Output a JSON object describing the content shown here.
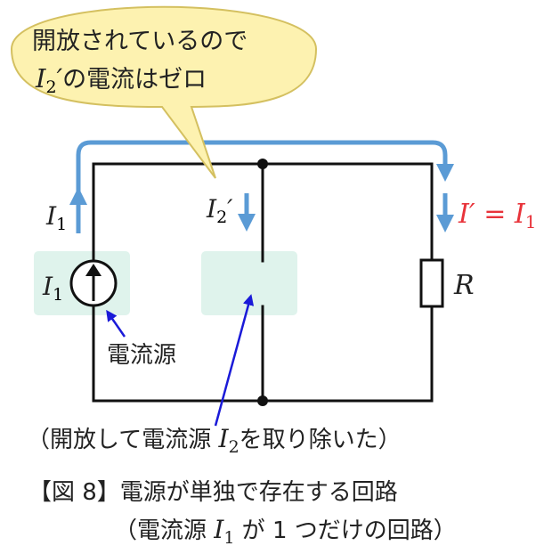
{
  "callout": {
    "line1": "開放されているので",
    "line2_var": "I",
    "line2_sub": "2",
    "line2_prime": "′",
    "line2_rest": "の電流はゼロ"
  },
  "labels": {
    "i1_arrow_var": "I",
    "i1_arrow_sub": "1",
    "i2_arrow_var": "I",
    "i2_arrow_sub": "2",
    "i2_arrow_prime": "′",
    "out_lhs_var": "I",
    "out_lhs_prime": "′",
    "out_eq": " = ",
    "out_rhs_var": "I",
    "out_rhs_sub": "1",
    "source_var": "I",
    "source_sub": "1",
    "resistor": "R",
    "current_source_note": "電流源"
  },
  "open_note": {
    "before": "（開放して電流源 ",
    "var": "I",
    "sub": "2",
    "after": "を取り除いた）"
  },
  "caption": {
    "line1": "【図 8】電源が単独で存在する回路",
    "line2_before": "（電流源 ",
    "line2_var": "I",
    "line2_sub": "1",
    "line2_after": " が 1 つだけの回路）"
  },
  "colors": {
    "wire": "#111111",
    "flow_arrow": "#5b9bd5",
    "pointer_arrow": "#1a1ad8",
    "callout_fill": "#fdf2b0",
    "callout_stroke": "#d4c060",
    "highlight_fill": "#dff3ec",
    "red_text": "#e8333a"
  }
}
